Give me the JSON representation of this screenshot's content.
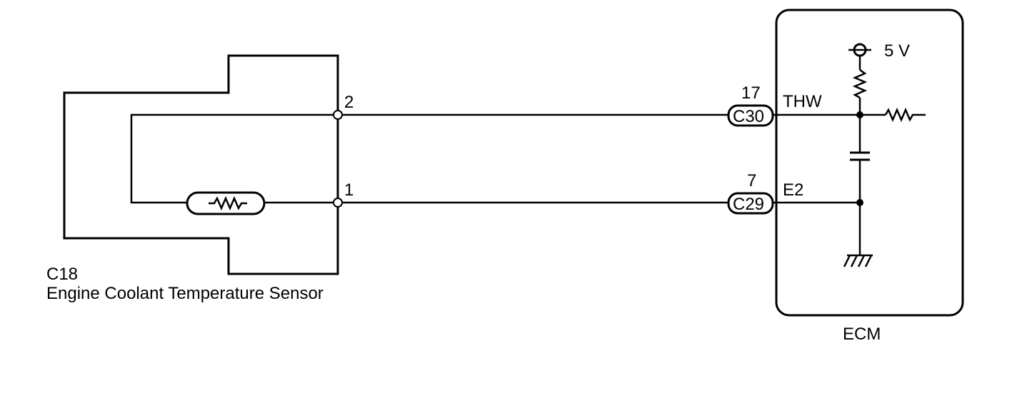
{
  "sensor": {
    "code": "C18",
    "name": "Engine Coolant Temperature Sensor",
    "pins": [
      {
        "number": "2"
      },
      {
        "number": "1"
      }
    ]
  },
  "ecm": {
    "label": "ECM",
    "supply": "5 V",
    "connectors": [
      {
        "pin": "17",
        "code": "C30",
        "signal": "THW"
      },
      {
        "pin": "7",
        "code": "C29",
        "signal": "E2"
      }
    ]
  },
  "colors": {
    "line": "#000000",
    "background": "#ffffff"
  }
}
